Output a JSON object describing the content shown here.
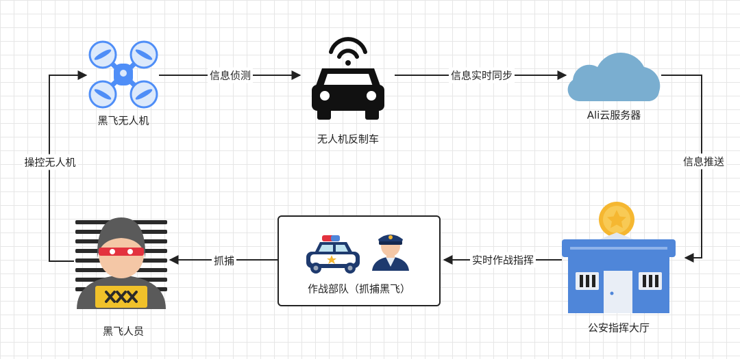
{
  "nodes": {
    "drone": "黑飞无人机",
    "car": "无人机反制车",
    "cloud": "Ali云服务器",
    "hall": "公安指挥大厅",
    "team": "作战部队（抓捕黑飞）",
    "person": "黑飞人员"
  },
  "edges": {
    "detect": "信息侦测",
    "sync": "信息实时同步",
    "push": "信息推送",
    "command": "实时作战指挥",
    "arrest": "抓捕",
    "control": "操控无人机"
  },
  "colors": {
    "drone": "#4f8ef7",
    "cloud": "#7aaed0",
    "hall": "#4f86d9",
    "coin": "#f5b731",
    "police": "#1e3a6e",
    "mask": "#e3323e",
    "sign": "#f0c12a"
  }
}
